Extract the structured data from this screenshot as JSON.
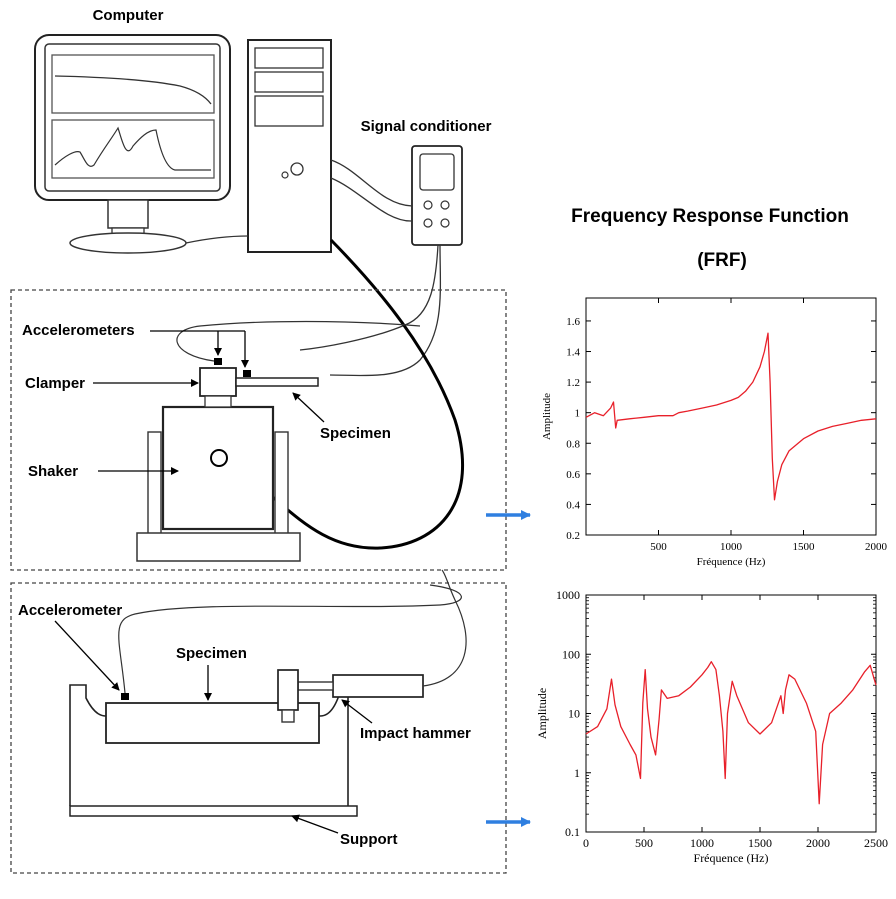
{
  "labels": {
    "computer": "Computer",
    "signal_conditioner": "Signal conditioner",
    "accelerometers": "Accelerometers",
    "clamper": "Clamper",
    "specimen_top": "Specimen",
    "shaker": "Shaker",
    "accelerometer": "Accelerometer",
    "specimen_bottom": "Specimen",
    "impact_hammer": "Impact hammer",
    "support": "Support"
  },
  "frf_title": {
    "line1": "Frequency Response Function",
    "line2": "(FRF)"
  },
  "colors": {
    "curve": "#e8202a",
    "arrow": "#2f7fe0"
  },
  "chart_data": [
    {
      "type": "line",
      "title": "",
      "xlabel": "Fréquence (Hz)",
      "ylabel": "Amplitude",
      "xlim": [
        0,
        2000
      ],
      "ylim": [
        0.2,
        1.75
      ],
      "xticks": [
        500,
        1000,
        1500,
        2000
      ],
      "yticks": [
        0.2,
        0.4,
        0.6,
        0.8,
        1,
        1.2,
        1.4,
        1.6
      ],
      "ytick_labels": [
        "0.2",
        "0.4",
        "0.6",
        "0.8",
        "1",
        "1.2",
        "1.4",
        "1.6"
      ],
      "grid": false,
      "series": [
        {
          "x": [
            0,
            60,
            120,
            170,
            190,
            205,
            215,
            300,
            400,
            500,
            600,
            640,
            700,
            800,
            900,
            1000,
            1050,
            1100,
            1150,
            1200,
            1230,
            1255,
            1270,
            1285,
            1300,
            1320,
            1350,
            1400,
            1500,
            1600,
            1700,
            1800,
            1900,
            2000
          ],
          "y": [
            0.97,
            1.0,
            0.98,
            1.03,
            1.07,
            0.9,
            0.95,
            0.96,
            0.97,
            0.98,
            0.98,
            1.0,
            1.01,
            1.03,
            1.05,
            1.08,
            1.1,
            1.14,
            1.2,
            1.3,
            1.4,
            1.52,
            1.2,
            0.7,
            0.43,
            0.55,
            0.66,
            0.75,
            0.83,
            0.88,
            0.91,
            0.93,
            0.95,
            0.96
          ]
        }
      ]
    },
    {
      "type": "line",
      "title": "",
      "xlabel": "Fréquence (Hz)",
      "ylabel": "Amplitude",
      "xlim": [
        0,
        2500
      ],
      "ylim": [
        0.1,
        1000
      ],
      "yscale": "log",
      "xticks": [
        0,
        500,
        1000,
        1500,
        2000,
        2500
      ],
      "yticks": [
        0.1,
        1,
        10,
        100,
        1000
      ],
      "ytick_labels": [
        "0.1",
        "1",
        "10",
        "100",
        "1000"
      ],
      "grid": false,
      "series": [
        {
          "x": [
            0,
            100,
            180,
            220,
            250,
            300,
            380,
            430,
            470,
            490,
            510,
            530,
            560,
            600,
            630,
            650,
            700,
            800,
            900,
            1000,
            1050,
            1080,
            1120,
            1150,
            1180,
            1200,
            1220,
            1260,
            1300,
            1400,
            1500,
            1600,
            1680,
            1700,
            1720,
            1750,
            1800,
            1900,
            1980,
            2010,
            2040,
            2100,
            2200,
            2300,
            2400,
            2450,
            2500
          ],
          "y": [
            4.5,
            6,
            12,
            38,
            14,
            6,
            3,
            2,
            0.8,
            15,
            55,
            12,
            4,
            2,
            8,
            25,
            18,
            20,
            28,
            45,
            60,
            75,
            55,
            20,
            5,
            0.8,
            10,
            35,
            20,
            7,
            4.5,
            7,
            20,
            10,
            25,
            45,
            38,
            15,
            5,
            0.3,
            3,
            10,
            15,
            25,
            50,
            65,
            30
          ]
        }
      ]
    }
  ]
}
